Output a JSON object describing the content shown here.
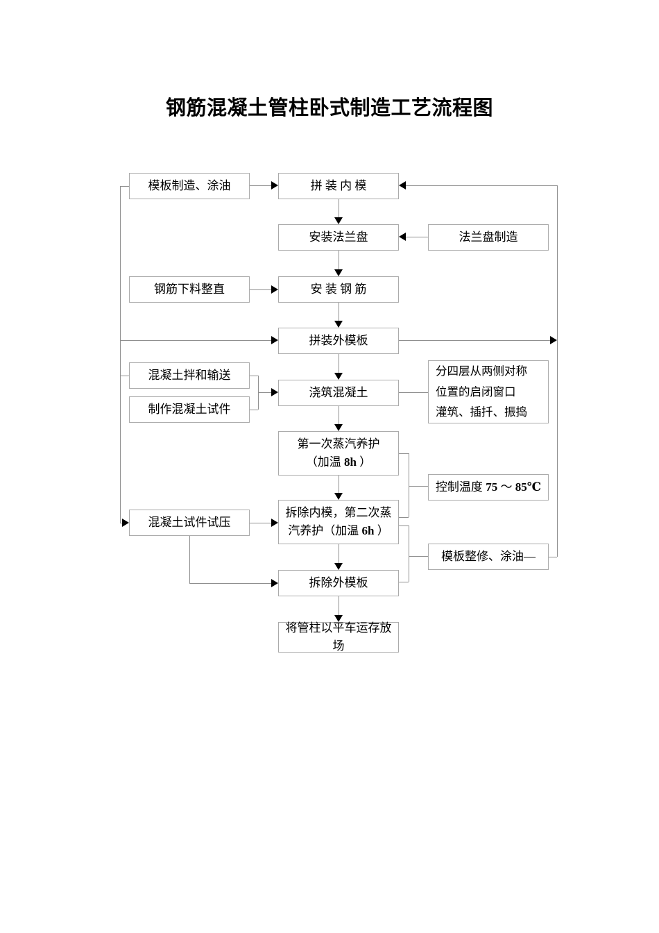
{
  "title": "钢筋混凝土管柱卧式制造工艺流程图",
  "colors": {
    "background": "#ffffff",
    "box_border": "#ababab",
    "connector_line": "#8f8f8f",
    "arrowhead": "#000000",
    "text": "#000000"
  },
  "flowchart": {
    "nodes": {
      "mold_make": {
        "label": "模板制造、涂油"
      },
      "assemble_inner": {
        "label": "拼 装 内 模"
      },
      "install_flange": {
        "label": "安装法兰盘"
      },
      "flange_make": {
        "label": "法兰盘制造"
      },
      "rebar_cut": {
        "label": "钢筋下料整直"
      },
      "install_rebar": {
        "label": "安 装 钢 筋"
      },
      "assemble_outer": {
        "label": "拼装外模板"
      },
      "concrete_mix": {
        "label": "混凝土拌和输送"
      },
      "make_specimen": {
        "label": "制作混凝土试件"
      },
      "pour_concrete": {
        "label": "浇筑混凝土"
      },
      "pour_note": {
        "lines": [
          "分四层从两侧对称",
          "位置的启闭窗口",
          "灌筑、插扦、振捣"
        ]
      },
      "steam1": {
        "line1": "第一次蒸汽养护",
        "line2_prefix": "（加温 ",
        "line2_bold": "8h",
        "line2_suffix": " ）"
      },
      "temp_note": {
        "prefix": "控制温度 ",
        "low": "75",
        "tilde": " ～ ",
        "high": "85℃"
      },
      "specimen_test": {
        "label": "混凝土试件试压"
      },
      "steam2": {
        "line1": "拆除内模，第二次蒸",
        "line2_prefix": "汽养护（加温 ",
        "line2_bold": "6h",
        "line2_suffix": " ）"
      },
      "mold_repair": {
        "label": "模板整修、涂油—"
      },
      "remove_outer": {
        "label": "拆除外模板"
      },
      "transport": {
        "line1": "将管柱以平车运存放",
        "line2": "场"
      }
    },
    "edges": [
      {
        "from": "mold_make",
        "to": "assemble_inner",
        "arrow": true
      },
      {
        "from": "right_rail",
        "to": "assemble_inner",
        "arrow": true
      },
      {
        "from": "assemble_inner",
        "to": "install_flange",
        "arrow": true
      },
      {
        "from": "flange_make",
        "to": "install_flange",
        "arrow": true
      },
      {
        "from": "install_flange",
        "to": "install_rebar",
        "arrow": true
      },
      {
        "from": "rebar_cut",
        "to": "install_rebar",
        "arrow": true
      },
      {
        "from": "install_rebar",
        "to": "assemble_outer",
        "arrow": true
      },
      {
        "from": "left_rail",
        "to": "assemble_outer",
        "arrow": true
      },
      {
        "from": "assemble_outer",
        "to": "right_rail",
        "arrow": true
      },
      {
        "from": "left_rail",
        "to": "concrete_mix",
        "arrow": false
      },
      {
        "from": "concrete_mix",
        "to": "pour_concrete",
        "arrow": true
      },
      {
        "from": "make_specimen",
        "to": "pour_concrete",
        "arrow": true
      },
      {
        "from": "pour_concrete",
        "to": "pour_note",
        "arrow": false
      },
      {
        "from": "pour_concrete",
        "to": "steam1",
        "arrow": true
      },
      {
        "from": "steam1",
        "to": "steam2",
        "arrow": true
      },
      {
        "from": "steam1_steam2_bracket",
        "to": "temp_note",
        "arrow": false
      },
      {
        "from": "left_rail",
        "to": "specimen_test",
        "arrow": true
      },
      {
        "from": "specimen_test",
        "to": "steam2",
        "arrow": true
      },
      {
        "from": "steam2",
        "to": "remove_outer",
        "arrow": true
      },
      {
        "from": "steam2_remove_outer_bracket",
        "to": "mold_repair",
        "arrow": false
      },
      {
        "from": "specimen_test",
        "to": "remove_outer",
        "arrow": true
      },
      {
        "from": "remove_outer",
        "to": "transport",
        "arrow": true
      },
      {
        "from": "mold_repair",
        "to": "right_rail",
        "arrow": false
      }
    ]
  }
}
